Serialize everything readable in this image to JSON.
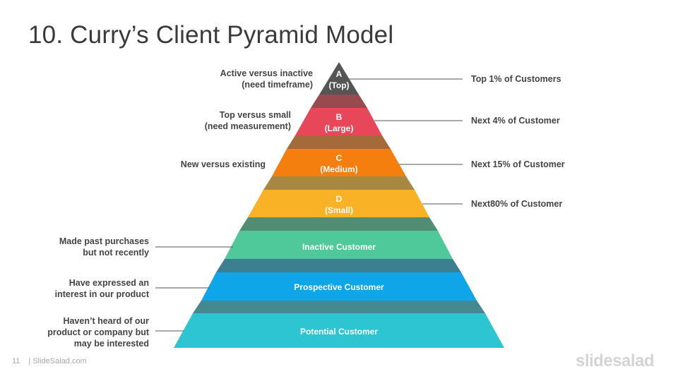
{
  "title": "10. Curry’s Client Pyramid Model",
  "tiers": [
    {
      "line1": "A",
      "line2": "(Top)",
      "color": "#555555",
      "connector_color": "#555555"
    },
    {
      "line1": "B",
      "line2": "(Large)",
      "color": "#e8475a",
      "connector_color": "#994a4e"
    },
    {
      "line1": "C",
      "line2": "(Medium)",
      "color": "#f47f0e",
      "connector_color": "#a56a3a"
    },
    {
      "line1": "D",
      "line2": "(Small)",
      "color": "#f9b126",
      "connector_color": "#a88840"
    },
    {
      "line1": "Inactive Customer",
      "line2": "",
      "color": "#4fc99a",
      "connector_color": "#528c72"
    },
    {
      "line1": "Prospective Customer",
      "line2": "",
      "color": "#0ea6e8",
      "connector_color": "#3b7f90"
    },
    {
      "line1": "Potential Customer",
      "line2": "",
      "color": "#2ec5d3",
      "connector_color": "#43898f"
    }
  ],
  "left_labels": [
    {
      "line1": "Active versus inactive",
      "line2": "(need timeframe)"
    },
    {
      "line1": "Top versus small",
      "line2": "(need measurement)"
    },
    {
      "line1": "New versus existing",
      "line2": ""
    },
    {
      "line1": "Made past purchases",
      "line2": "but not recently"
    },
    {
      "line1": "Have expressed an",
      "line2": "interest in our product"
    },
    {
      "line1": "Haven’t heard of our",
      "line2": "product or company but",
      "line3": "may be interested"
    }
  ],
  "right_labels": [
    {
      "text": "Top 1% of Customers"
    },
    {
      "text": "Next 4% of Customer"
    },
    {
      "text": "Next 15% of Customer"
    },
    {
      "text": "Next80% of Customer"
    }
  ],
  "footer": {
    "page_number": "11",
    "site": "| SlideSalad.com"
  },
  "brand": "slidesalad"
}
